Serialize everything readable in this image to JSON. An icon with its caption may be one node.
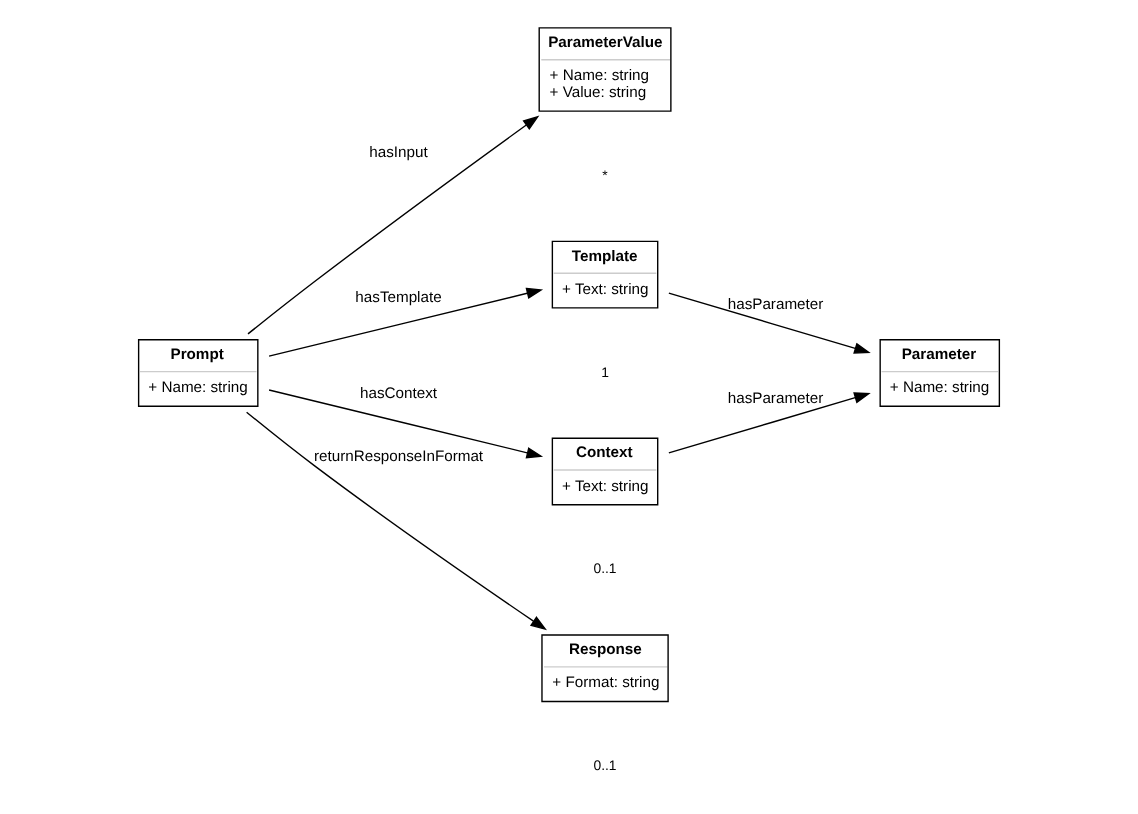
{
  "diagram": {
    "nodes": [
      {
        "text": [
          "ParameterValue",
          "+ Name: string",
          "+ Value: string"
        ]
      },
      {
        "text": [
          "Template",
          "+ Text: string"
        ]
      },
      {
        "text": [
          "Prompt",
          "+ Name: string"
        ]
      },
      {
        "text": [
          "Parameter",
          "+ Name: string"
        ]
      },
      {
        "text": [
          "Context",
          "+ Text: string"
        ]
      },
      {
        "text": [
          "Response",
          "+ Format: string"
        ]
      }
    ],
    "edges": [
      {
        "from": 2,
        "to": 0,
        "arrow": "to",
        "label": "hasInput"
      },
      {
        "from": 2,
        "to": 1,
        "arrow": "to",
        "label": "hasTemplate"
      },
      {
        "from": 1,
        "to": 3,
        "arrow": "to",
        "label": "hasParameter"
      },
      {
        "from": 2,
        "to": 4,
        "arrow": "to",
        "label": "hasContext"
      },
      {
        "from": 4,
        "to": 3,
        "arrow": "to",
        "label": "hasParameter"
      },
      {
        "from": 2,
        "to": 5,
        "arrow": "to",
        "label": "returnResponseInFormat"
      }
    ],
    "labels": [
      "*",
      "1",
      "0..1",
      "0..1"
    ]
  }
}
